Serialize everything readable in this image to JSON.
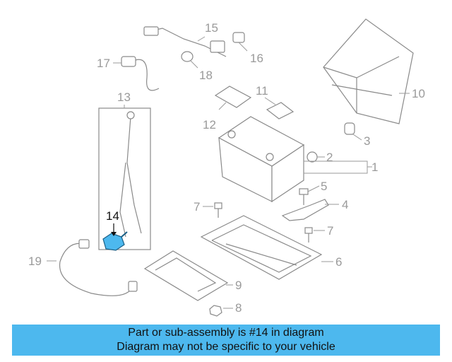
{
  "callouts": [
    {
      "id": "1",
      "text": "1"
    },
    {
      "id": "2",
      "text": "2"
    },
    {
      "id": "3",
      "text": "3"
    },
    {
      "id": "4",
      "text": "4"
    },
    {
      "id": "5",
      "text": "5"
    },
    {
      "id": "6",
      "text": "6"
    },
    {
      "id": "7a",
      "text": "7"
    },
    {
      "id": "7b",
      "text": "7"
    },
    {
      "id": "8",
      "text": "8"
    },
    {
      "id": "9",
      "text": "9"
    },
    {
      "id": "10",
      "text": "10"
    },
    {
      "id": "11",
      "text": "11"
    },
    {
      "id": "12",
      "text": "12"
    },
    {
      "id": "13",
      "text": "13"
    },
    {
      "id": "14",
      "text": "14"
    },
    {
      "id": "15",
      "text": "15"
    },
    {
      "id": "16",
      "text": "16"
    },
    {
      "id": "17",
      "text": "17"
    },
    {
      "id": "18",
      "text": "18"
    },
    {
      "id": "19",
      "text": "19"
    }
  ],
  "highlight": {
    "callout": "14",
    "color": "#4db8ee"
  },
  "banner": {
    "line1": "Part or sub-assembly is #14 in diagram",
    "line2": "Diagram may not be specific to your vehicle",
    "color": "#4db8ee"
  }
}
